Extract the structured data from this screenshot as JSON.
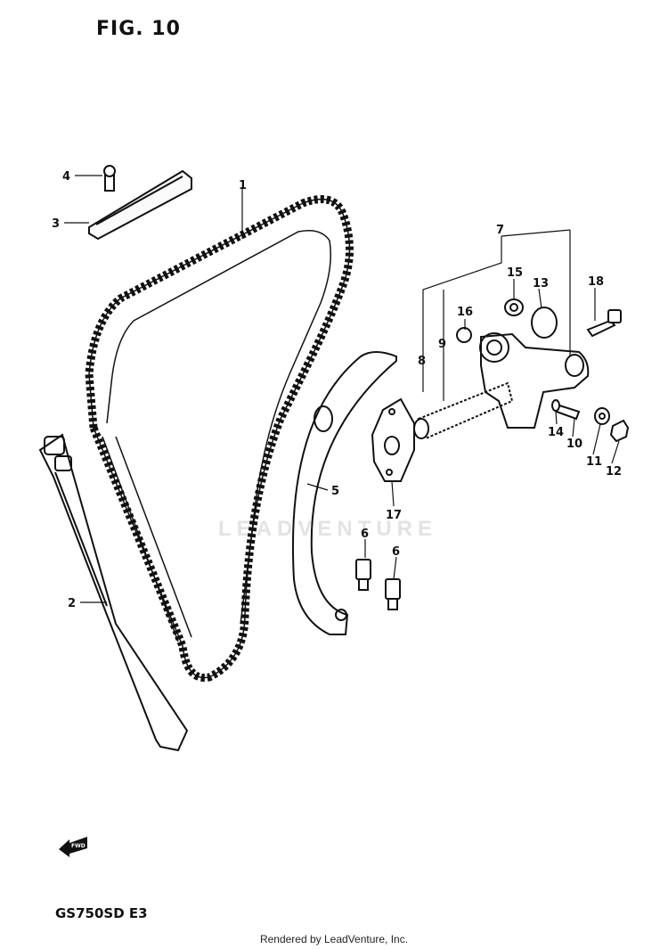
{
  "figure_title": "FIG. 10",
  "model_code": "GS750SD E3",
  "credit": "Rendered by LeadVenture, Inc.",
  "watermark": "LEADVENTURE",
  "fwd_label": "FWD",
  "callouts": [
    "1",
    "2",
    "3",
    "4",
    "5",
    "6",
    "6",
    "7",
    "8",
    "9",
    "10",
    "11",
    "12",
    "13",
    "14",
    "15",
    "16",
    "17",
    "18"
  ]
}
